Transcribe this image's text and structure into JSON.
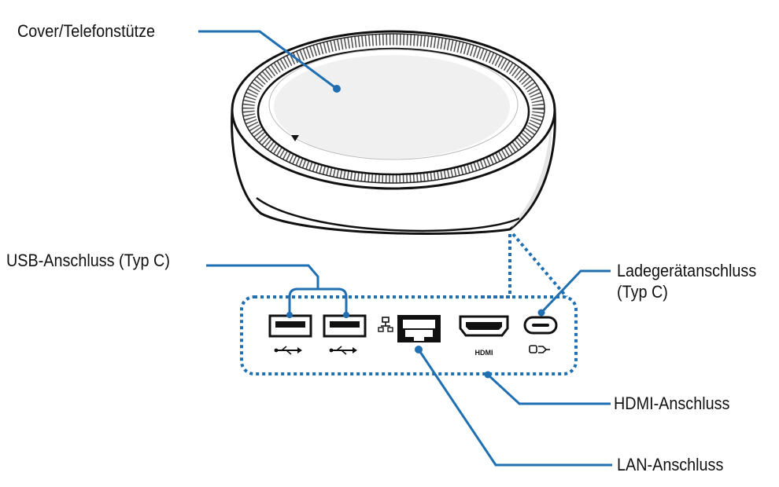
{
  "labels": {
    "cover": "Cover/Telefonstütze",
    "usb": "USB-Anschluss (Typ C)",
    "charger_line1": "Ladegerätanschluss",
    "charger_line2": "(Typ C)",
    "hdmi": "HDMI-Anschluss",
    "lan": "LAN-Anschluss"
  },
  "port_marks": {
    "hdmi": "HDMI"
  },
  "icons": [
    "usb-icon",
    "usb-icon",
    "network-icon",
    "usb-c-charge-icon"
  ],
  "colors": {
    "callout": "#1f6fb2",
    "outline": "#111111",
    "dotted_border": "#1f6fb2"
  }
}
